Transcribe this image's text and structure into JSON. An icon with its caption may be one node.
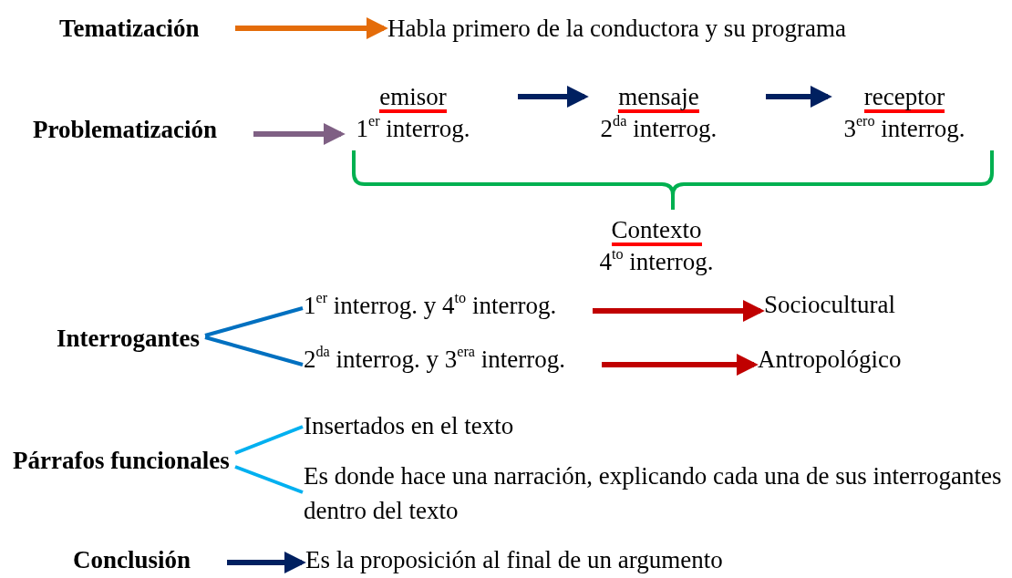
{
  "diagram": {
    "nodes": [
      {
        "text": [
          "Tematización"
        ]
      },
      {
        "text": [
          "Habla primero de la conductora y su programa"
        ]
      },
      {
        "text": [
          "Problematización"
        ]
      },
      {
        "text": [
          "emisor",
          "1$^{er}$ interrog."
        ]
      },
      {
        "text": [
          "mensaje",
          "2$^{da}$ interrog."
        ]
      },
      {
        "text": [
          "receptor",
          "3$^{ero}$ interrog."
        ]
      },
      {
        "text": [
          "Contexto",
          "4$^{to}$ interrog."
        ]
      },
      {
        "text": [
          "Interrogantes"
        ]
      },
      {
        "text": [
          "1$^{er}$ interrog. y 4$^{to}$ interrog."
        ]
      },
      {
        "text": [
          "2$^{da}$ interrog. y 3$^{era}$ interrog."
        ]
      },
      {
        "text": [
          "Sociocultural"
        ]
      },
      {
        "text": [
          "Antropológico"
        ]
      },
      {
        "text": [
          "Párrafos funcionales"
        ]
      },
      {
        "text": [
          "Insertados en el texto"
        ]
      },
      {
        "text": [
          "Es donde hace una narración, explicando cada una de sus interrogantes dentro del texto"
        ]
      },
      {
        "text": [
          "Conclusión"
        ]
      },
      {
        "text": [
          "Es la proposición al final de un argumento"
        ]
      }
    ],
    "edges": [
      {
        "from": 0,
        "to": 1,
        "arrow": "to",
        "color": "#e46c0a"
      },
      {
        "from": 2,
        "to": 3,
        "arrow": "to",
        "color": "#7f6084"
      },
      {
        "from": 3,
        "to": 4,
        "arrow": "to"
      },
      {
        "from": 4,
        "to": 5,
        "arrow": "to"
      },
      {
        "from": 7,
        "to": 8,
        "arrow": "none",
        "color": "#0070c0"
      },
      {
        "from": 7,
        "to": 9,
        "arrow": "none",
        "color": "#0070c0"
      },
      {
        "from": 8,
        "to": 10,
        "arrow": "to",
        "color": "#c00000"
      },
      {
        "from": 9,
        "to": 11,
        "arrow": "to",
        "color": "#c00000"
      },
      {
        "from": 12,
        "to": 13,
        "arrow": "none",
        "color": "#00b0f0"
      },
      {
        "from": 12,
        "to": 14,
        "arrow": "none",
        "color": "#00b0f0"
      },
      {
        "from": 15,
        "to": 16,
        "arrow": "to"
      }
    ]
  }
}
